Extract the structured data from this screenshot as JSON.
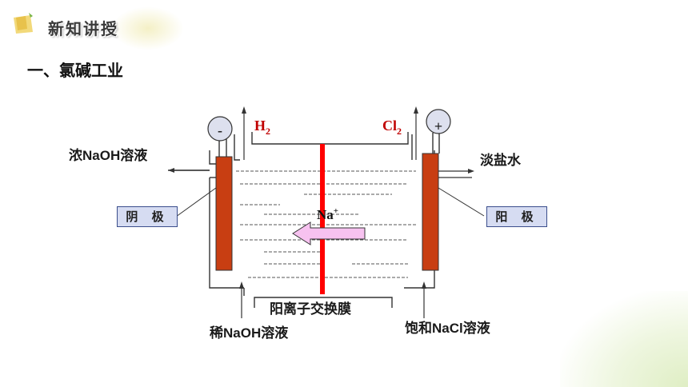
{
  "header": {
    "title": "新知讲授"
  },
  "section": {
    "title": "一、氯碱工业"
  },
  "diagram": {
    "left_outlet": "浓NaOH溶液",
    "right_outlet": "淡盐水",
    "left_electrode_label": "阴  极",
    "right_electrode_label": "阳  极",
    "left_gas": "H",
    "left_gas_sub": "2",
    "right_gas": "Cl",
    "right_gas_sub": "2",
    "ion": "Na",
    "ion_sup": "+",
    "left_terminal": "-",
    "right_terminal": "+",
    "membrane_label": "阳离子交换膜",
    "left_inlet": "稀NaOH溶液",
    "right_inlet": "饱和NaCl溶液"
  },
  "colors": {
    "electrode": "#c83e12",
    "membrane": "#ff0000",
    "arrow_fill": "#f7c2f0",
    "gas_label": "#c00000",
    "box_fill": "#d6dcf2"
  }
}
